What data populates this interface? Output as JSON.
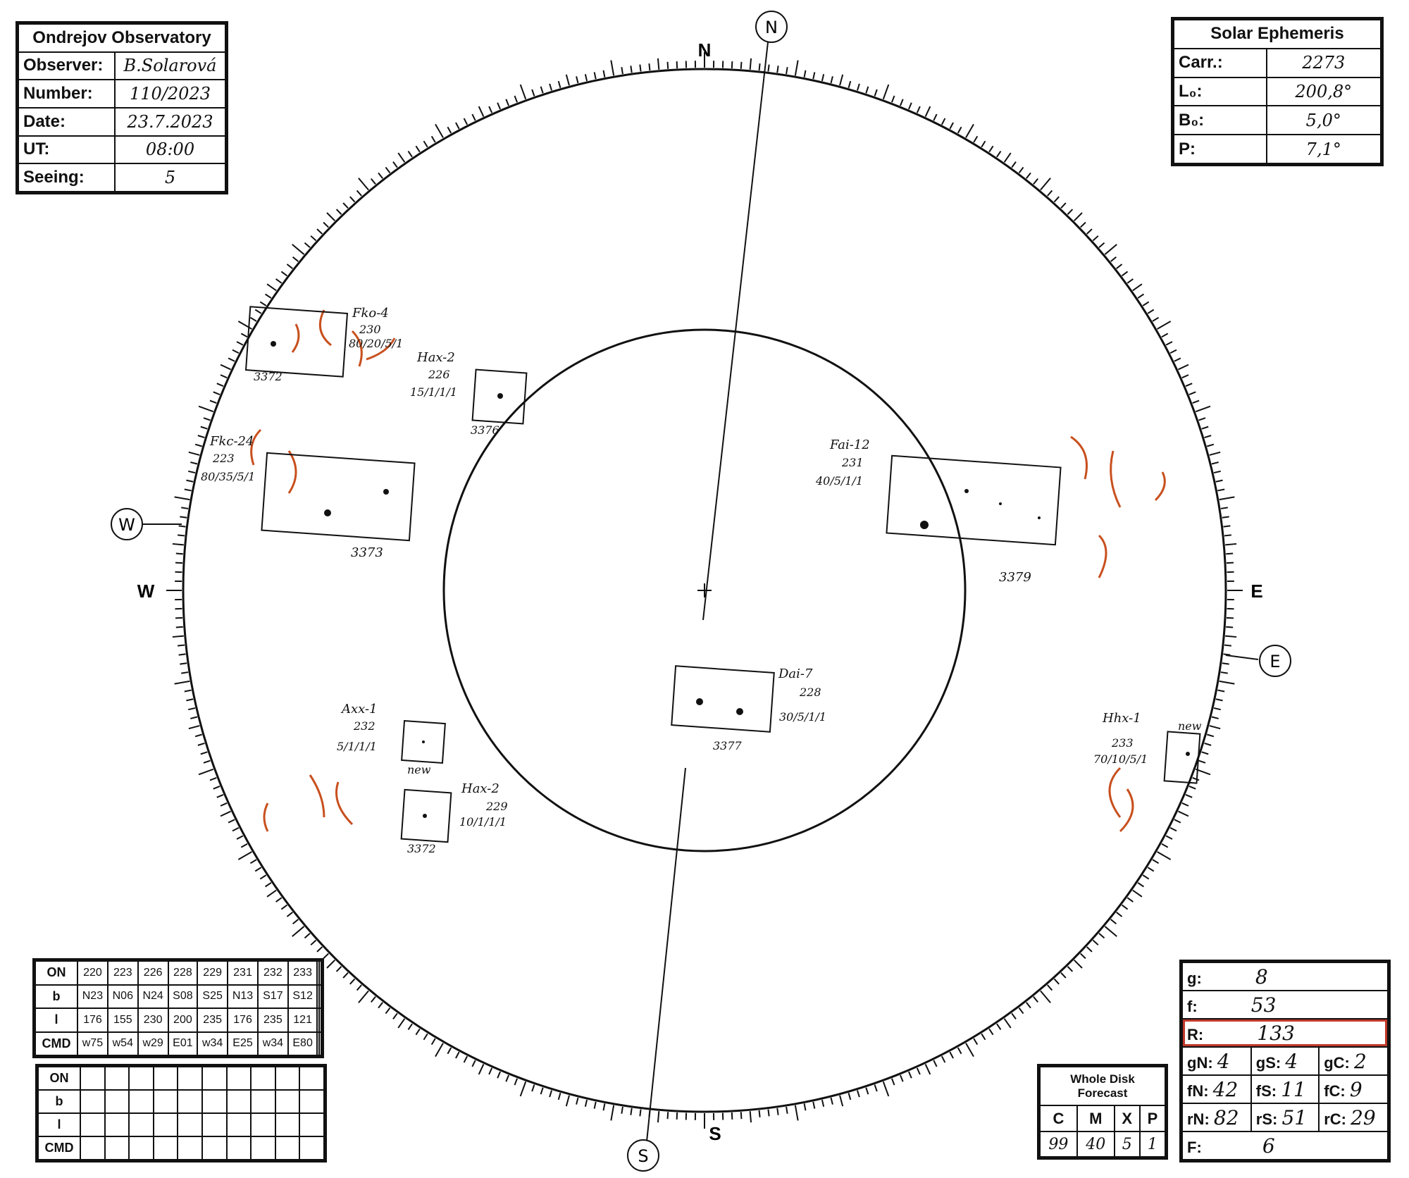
{
  "observatory": {
    "title": "Ondrejov Observatory",
    "rows": [
      {
        "label": "Observer:",
        "value": "B.Solarová"
      },
      {
        "label": "Number:",
        "value": "110/2023"
      },
      {
        "label": "Date:",
        "value": "23.7.2023"
      },
      {
        "label": "UT:",
        "value": "08:00"
      },
      {
        "label": "Seeing:",
        "value": "5"
      }
    ]
  },
  "ephemeris": {
    "title": "Solar Ephemeris",
    "rows": [
      {
        "label": "Carr.:",
        "value": "2273"
      },
      {
        "label": "L₀:",
        "value": "200,8°"
      },
      {
        "label": "B₀:",
        "value": "5,0°"
      },
      {
        "label": "P:",
        "value": "7,1°"
      }
    ]
  },
  "compass": {
    "n_outer": "N",
    "n_circle": "N",
    "s_outer": "S",
    "s_circle": "S",
    "e_outer": "E",
    "e_circle": "E",
    "w_outer": "W",
    "w_circle": "W"
  },
  "regions": [
    {
      "code": "Fko-4",
      "cmd": "230",
      "nums": "80/20/5/1",
      "noaa": "3372"
    },
    {
      "code": "Hax-2",
      "cmd": "226",
      "nums": "15/1/1/1",
      "noaa": "3376"
    },
    {
      "code": "Fkc-24",
      "cmd": "223",
      "nums": "80/35/5/1",
      "noaa": "3373"
    },
    {
      "code": "Fai-12",
      "cmd": "231",
      "nums": "40/5/1/1",
      "noaa": "3379"
    },
    {
      "code": "Dai-7",
      "cmd": "228",
      "nums": "30/5/1/1",
      "noaa": "3377"
    },
    {
      "code": "Axx-1",
      "cmd": "232",
      "nums": "5/1/1/1",
      "noaa": "new"
    },
    {
      "code": "Hax-2",
      "cmd": "229",
      "nums": "10/1/1/1",
      "noaa": "3372"
    },
    {
      "code": "Hhx-1",
      "cmd": "233",
      "nums": "70/10/5/1",
      "noaa": "new"
    }
  ],
  "region_table": {
    "labels": [
      "ON",
      "b",
      "l",
      "CMD"
    ],
    "ON": [
      "220",
      "223",
      "226",
      "228",
      "229",
      "231",
      "232",
      "233",
      "",
      ""
    ],
    "b": [
      "N23",
      "N06",
      "N24",
      "S08",
      "S25",
      "N13",
      "S17",
      "S12",
      "",
      ""
    ],
    "l": [
      "176",
      "155",
      "230",
      "200",
      "235",
      "176",
      "235",
      "121",
      "",
      ""
    ],
    "CMD": [
      "w75",
      "w54",
      "w29",
      "E01",
      "w34",
      "E25",
      "w34",
      "E80",
      "",
      ""
    ]
  },
  "empty_table": {
    "labels": [
      "ON",
      "b",
      "l",
      "CMD"
    ]
  },
  "forecast": {
    "title": "Whole Disk Forecast",
    "headers": [
      "C",
      "M",
      "X",
      "P"
    ],
    "values": [
      "99",
      "40",
      "5",
      "1"
    ]
  },
  "summary": {
    "g": {
      "label": "g:",
      "value": "8"
    },
    "f": {
      "label": "f:",
      "value": "53"
    },
    "R": {
      "label": "R:",
      "value": "133"
    },
    "gN": {
      "label": "gN:",
      "value": "4"
    },
    "gS": {
      "label": "gS:",
      "value": "4"
    },
    "gC": {
      "label": "gC:",
      "value": "2"
    },
    "fN": {
      "label": "fN:",
      "value": "42"
    },
    "fS": {
      "label": "fS:",
      "value": "11"
    },
    "fC": {
      "label": "fC:",
      "value": "9"
    },
    "rN": {
      "label": "rN:",
      "value": "82"
    },
    "rS": {
      "label": "rS:",
      "value": "51"
    },
    "rC": {
      "label": "rC:",
      "value": "29"
    },
    "F": {
      "label": "F:",
      "value": "6"
    }
  },
  "colors": {
    "ink": "#111111",
    "facula": "#c8501e",
    "highlight": "#c0392b"
  }
}
